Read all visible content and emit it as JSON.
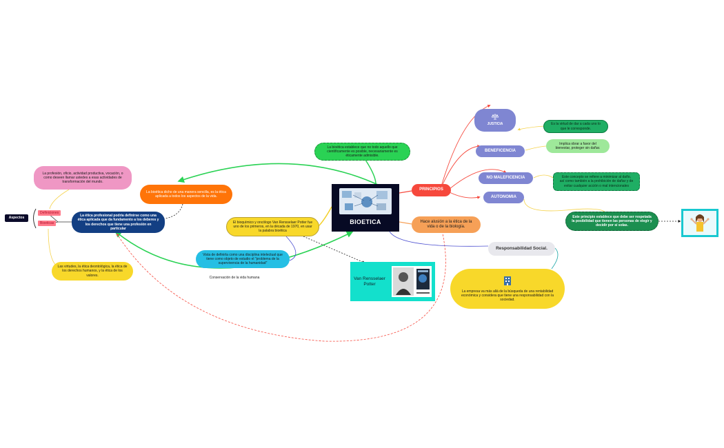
{
  "center": {
    "title": "BIOETICA"
  },
  "nodes": {
    "aspectos": "Aspectos",
    "tag_cientifica": "Definiciones",
    "tag_humanista": "Bioeticas",
    "profesion_def": "La profesión, oficio, actividad productiva, vocación, o como deseen llamar ustedes a esas actividades de transformación del mundo.",
    "etica_prof": "La ética profesional podría definirse como una ética aplicada que da fundamento a los deberes y los derechos que tiene una profesión en particular",
    "virtudes": "Las virtudes, la ética deontológica, la ética de los derechos humanos, y la ética de los valores.",
    "bioetica_dicho": "La bioética dicho de una manera sencilla, es la ética aplicada a todos los aspectos de la vida.",
    "bioetica_establece": "La bioética establece que no todo aquello que científicamente es posible, necesariamente es éticamente admisible.",
    "bioquimico": "El bioquímico y oncólogo Van Rensselaer Potter fue uno de los primeros, en la década de 1970, en usar la palabra bioética",
    "disciplina": "Vista de definirla como una disciplina intelectual que tiene como objeto de estudio el \"problema de la supervivencia de la humanidad\"",
    "conservacion": "Conservación de la vida humana",
    "potter_name": "Van Rensselaer Potter",
    "principios": "PRINCIPIOS",
    "justicia": "JUSTICIA",
    "beneficencia": "BENEFICENCIA",
    "no_maleficencia": "NO MALEFICENCIA",
    "autonomia": "AUTONOMIA",
    "justicia_desc": "Es la virtud de dar a cada uno lo que le corresponde.",
    "beneficencia_desc": "Implica obrar a favor del bienestar, proteger sin dañar.",
    "no_maleficencia_desc": "Este concepto se refiere a minimizar al daño, así como también a la prohibición de dañar y de evitar cualquier acción o mal intencionales",
    "autonomia_desc": "Este principio establece que debe ser respetada la posibilidad que tienen las personas de elegir y decidir por sí solas.",
    "alusion": "Hace alusión a la ética de la vida o de la biología.",
    "responsabilidad": "Responsabilidad Social.",
    "empresa": "La empresa va más allá de la búsqueda de una rentabilidad económica y considera que tiene una responsabilidad con la sociedad."
  },
  "colors": {
    "green": "#2ad254",
    "light_green": "#9ee89a",
    "dark_green": "#1fae64",
    "orange": "#ff7408",
    "pink": "#ef97c4",
    "yellow": "#f8d82a",
    "navy": "#133f83",
    "cyan": "#25bfe4",
    "red": "#f6483c",
    "peach": "#f6a057",
    "lavender": "#7f86d2",
    "grey": "#e8e8ed"
  },
  "icons": [
    "scales-icon",
    "building-icon",
    "portrait-photo",
    "woman-thumbs-up-illustration",
    "bioethics-collage-image"
  ]
}
